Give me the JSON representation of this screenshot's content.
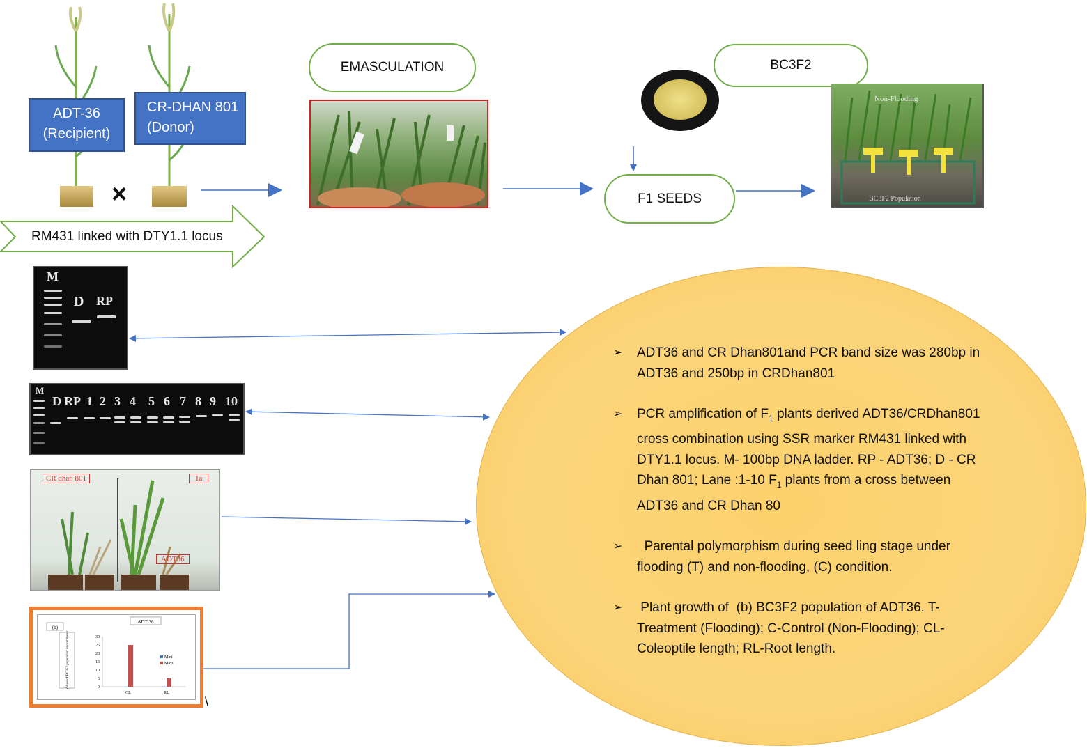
{
  "parents": {
    "recipient": {
      "line1": "ADT-36",
      "line2": "(Recipient)"
    },
    "donor": {
      "line1": "CR-DHAN 801",
      "line2": "(Donor)"
    },
    "cross_symbol": "×"
  },
  "steps": {
    "emasculation": "EMASCULATION",
    "bc3f2": "BC3F2",
    "f1_seeds": "F1 SEEDS"
  },
  "marker_arrow": "RM431 linked with DTY1.1 locus",
  "photo_labels": {
    "bc3f2_photo_top": "Non-Flooding",
    "bc3f2_photo_bottom": "BC3F2 Population"
  },
  "gel1": {
    "marker": "M",
    "lanes": [
      "D",
      "RP"
    ]
  },
  "gel2": {
    "marker": "M",
    "lanes": [
      "D",
      "RP",
      "1",
      "2",
      "3",
      "4",
      "5",
      "6",
      "7",
      "8",
      "9",
      "10"
    ]
  },
  "seedling_photo": {
    "label_left": "CR dhan 801",
    "label_right": "1a",
    "label_adt": "ADT36"
  },
  "mini_chart": {
    "panel_label": "(b)",
    "title": "ADT 36",
    "ylabel": "Values of BC3F2 population in centimeter",
    "legend": [
      "Mini",
      "Maxi"
    ],
    "stray_mark": "\\"
  },
  "chart_data": {
    "type": "bar",
    "title": "ADT 36",
    "categories": [
      "CL",
      "RL"
    ],
    "series": [
      {
        "name": "Mini",
        "values": [
          0,
          0
        ]
      },
      {
        "name": "Maxi",
        "values": [
          25,
          5
        ]
      }
    ],
    "ylabel": "Values of BC3F2 population in centimeter",
    "yticks": [
      "0",
      "5",
      "10",
      "15",
      "20",
      "25",
      "30"
    ],
    "ylim": [
      0,
      30
    ],
    "legend_position": "right"
  },
  "notes": [
    {
      "parts": [
        "ADT36 and CR Dhan801and PCR band size was 280bp in ADT36 and 250bp in CRDhan801"
      ]
    },
    {
      "parts": [
        "PCR amplification of F",
        "1",
        " plants derived ADT36/CRDhan801 cross combination using SSR marker RM431 linked with DTY1.1 locus.  M- 100bp DNA ladder. RP - ADT36; D - CR Dhan 801; Lane :1-10 F",
        "1",
        " plants from a cross between ADT36 and CR Dhan 80"
      ]
    },
    {
      "parts": [
        "  Parental polymorphism during seed ling stage under flooding (T) and non-flooding, (C) condition."
      ]
    },
    {
      "parts": [
        " Plant growth of  (b) BC3F2 population of ADT36. T-Treatment (Flooding); C-Control (Non-Flooding); CL-Coleoptile length; RL-Root length."
      ]
    }
  ],
  "bullet_marker": "➢",
  "colors": {
    "accent_blue": "#4472c4",
    "pill_border": "#70ad47",
    "ellipse_fill": "#fcd47a",
    "chart_frame": "#ed7d31",
    "arrow": "#4472c4"
  }
}
